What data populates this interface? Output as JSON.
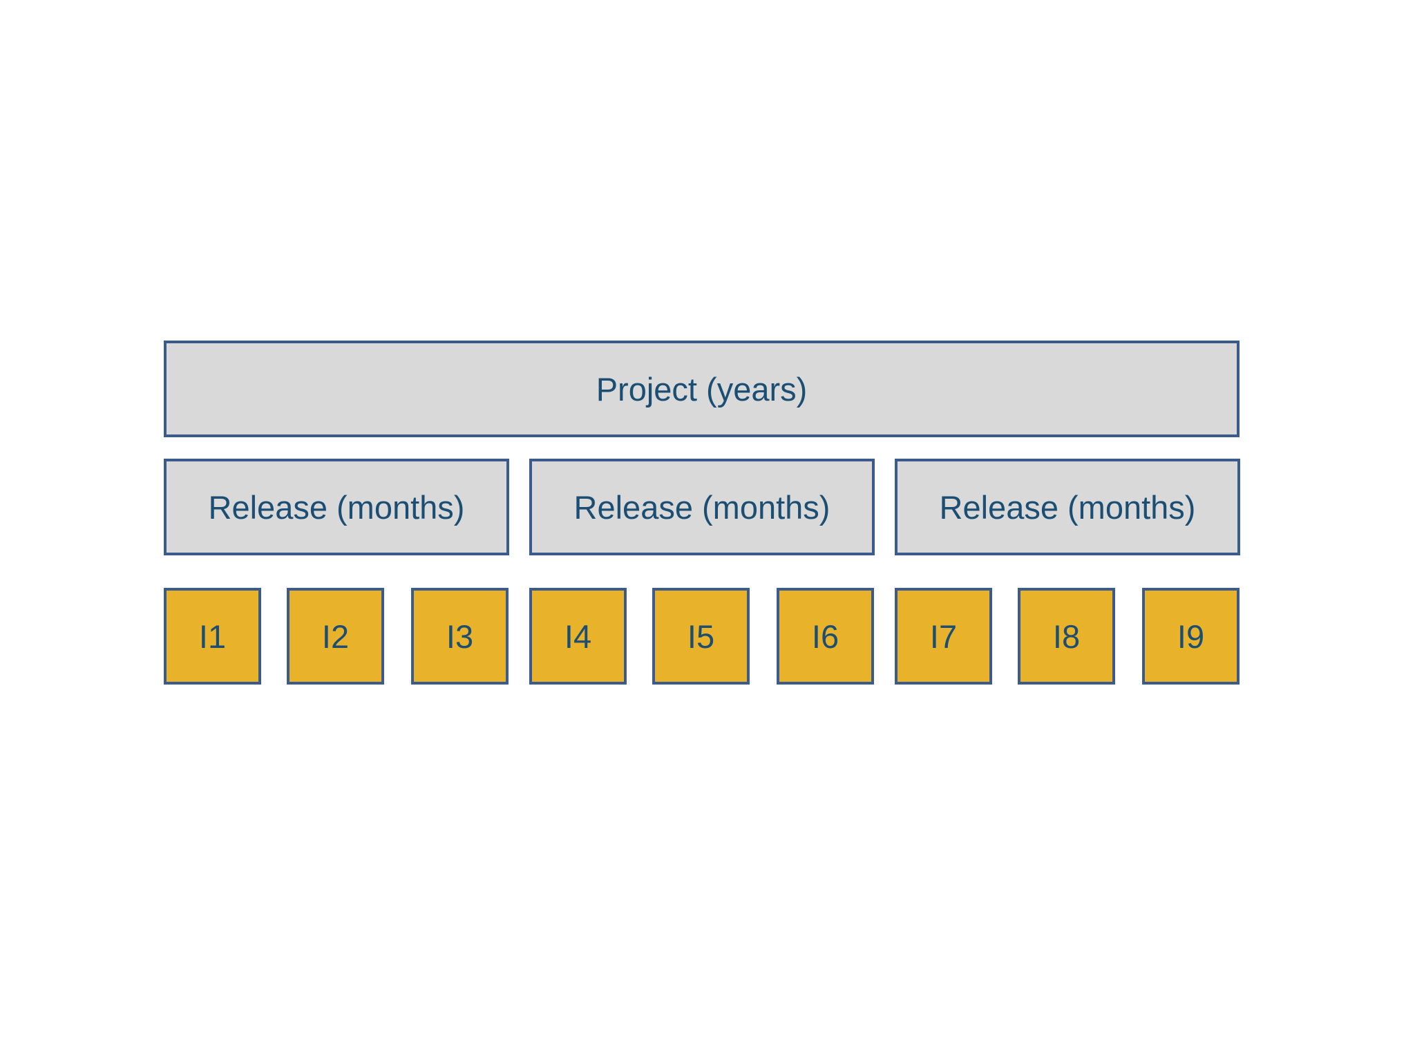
{
  "project": {
    "label": "Project (years)"
  },
  "releases": [
    {
      "label": "Release (months)"
    },
    {
      "label": "Release (months)"
    },
    {
      "label": "Release (months)"
    }
  ],
  "iterations": [
    {
      "label": "I1"
    },
    {
      "label": "I2"
    },
    {
      "label": "I3"
    },
    {
      "label": "I4"
    },
    {
      "label": "I5"
    },
    {
      "label": "I6"
    },
    {
      "label": "I7"
    },
    {
      "label": "I8"
    },
    {
      "label": "I9"
    }
  ],
  "colors": {
    "container_fill": "#d9d9d9",
    "iteration_fill": "#e8b22a",
    "border": "#3b5b8c",
    "text": "#1c4e74"
  }
}
